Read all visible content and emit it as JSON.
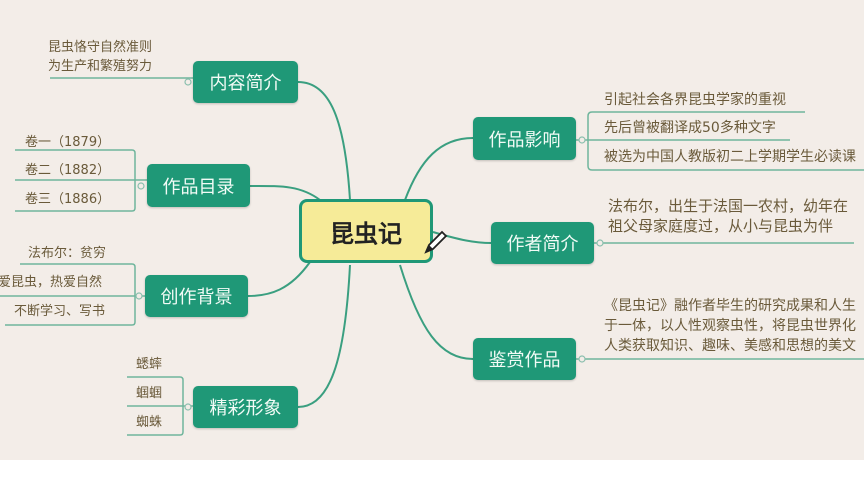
{
  "colors": {
    "branch": "#1f9877",
    "center_fill": "#f6eb98",
    "background": "#f3ede8",
    "leaf_text": "#6a5a3a"
  },
  "center": {
    "label": "昆虫记"
  },
  "branches": {
    "content": {
      "label": "内容简介",
      "leaves": [
        "昆虫恪守自然准则",
        "为生产和繁殖努力"
      ]
    },
    "catalog": {
      "label": "作品目录",
      "leaves": [
        "卷一（1879）",
        "卷二（1882）",
        "卷三（1886）"
      ]
    },
    "background": {
      "label": "创作背景",
      "leaves": [
        "法布尔：贫穷",
        "爱昆虫，热爱自然",
        "不断学习、写书"
      ]
    },
    "images": {
      "label": "精彩形象",
      "leaves": [
        "蟋蟀",
        "蝈蝈",
        "蜘蛛"
      ]
    },
    "influence": {
      "label": "作品影响",
      "leaves": [
        "引起社会各界昆虫学家的重视",
        "先后曾被翻译成50多种文字",
        "被选为中国人教版初二上学期学生必读课"
      ]
    },
    "author": {
      "label": "作者简介",
      "leaves": [
        "法布尔，出生于法国一农村，幼年在",
        "祖父母家庭度过，从小与昆虫为伴"
      ]
    },
    "appreciation": {
      "label": "鉴赏作品",
      "leaves": [
        "《昆虫记》融作者毕生的研究成果和人生",
        "于一体，以人性观察虫性，将昆虫世界化",
        "人类获取知识、趣味、美感和思想的美文"
      ]
    }
  }
}
